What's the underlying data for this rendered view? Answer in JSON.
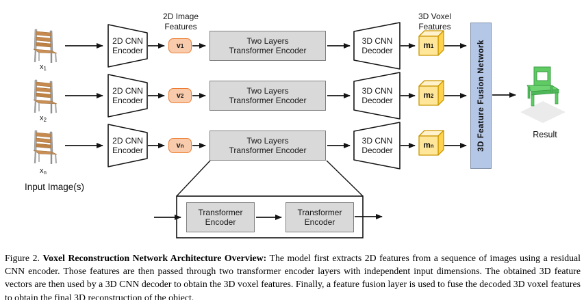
{
  "diagram": {
    "feature2d_label": "2D Image\nFeatures",
    "voxel3d_label": "3D Voxel\nFeatures",
    "input_images_label": "Input Image(s)",
    "fusion_label": "3D Feature Fusion Network",
    "result_label": "Result",
    "rows": [
      {
        "input": {
          "base": "x",
          "sub": "1"
        },
        "encoder_label": "2D CNN\nEncoder",
        "feature": {
          "base": "v",
          "sub": "1"
        },
        "transformer_label": "Two Layers\nTransformer Encoder",
        "decoder_label": "3D CNN\nDecoder",
        "voxel": {
          "base": "m",
          "sub": "1"
        }
      },
      {
        "input": {
          "base": "x",
          "sub": "2"
        },
        "encoder_label": "2D CNN\nEncoder",
        "feature": {
          "base": "v",
          "sub": "2"
        },
        "transformer_label": "Two Layers\nTransformer Encoder",
        "decoder_label": "3D CNN\nDecoder",
        "voxel": {
          "base": "m",
          "sub": "2"
        }
      },
      {
        "input": {
          "base": "x",
          "sub": "n"
        },
        "encoder_label": "2D CNN\nEncoder",
        "feature": {
          "base": "v",
          "sub": "n"
        },
        "transformer_label": "Two Layers\nTransformer Encoder",
        "decoder_label": "3D CNN\nDecoder",
        "voxel": {
          "base": "m",
          "sub": "n"
        }
      }
    ],
    "detail": {
      "encoder1_label": "Transformer\nEncoder",
      "encoder2_label": "Transformer\nEncoder"
    }
  },
  "caption": {
    "figure_label": "Figure 2.",
    "title_bold": "Voxel Reconstruction Network Architecture Overview:",
    "body": "The model first extracts 2D features from a sequence of images using a residual CNN encoder. Those features are then passed through two transformer encoder layers with independent input dimensions. The obtained 3D feature vectors are then used by a 3D CNN decoder to obtain the 3D voxel features. Finally, a feature fusion layer is used to fuse the decoded 3D voxel features to obtain the final 3D reconstruction of the object."
  },
  "colors": {
    "feature_chip_fill": "#F8CBAD",
    "feature_chip_border": "#ED7D31",
    "voxel_cube_fill": "#FFE699",
    "voxel_cube_border": "#C99700",
    "box_gray_fill": "#D9D9D9",
    "box_gray_border": "#7F7F7F",
    "fusion_fill": "#B4C7E7",
    "result_green": "#5FCB63"
  }
}
